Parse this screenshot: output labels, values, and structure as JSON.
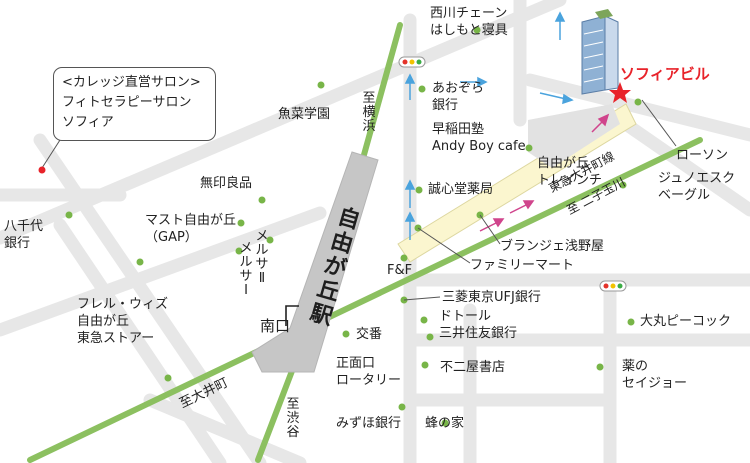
{
  "target": {
    "name": "ソフィアビル",
    "color": "#e8232a"
  },
  "callout": {
    "lines": [
      "<カレッジ直営サロン>",
      "フィトセラピーサロン",
      "ソフィア"
    ]
  },
  "station": {
    "name": "自由が丘駅",
    "exit": "南口"
  },
  "colors": {
    "road": "#e7e7e7",
    "main_road": "#8cc060",
    "poi_dot": "#78b548",
    "traffic_arrow": "#4aa3dd",
    "rail_arrow": "#d0448c",
    "station_fill": "#c6c6c6",
    "promenade": "#fbf6cf"
  },
  "roads": {
    "to_yokohama": "至 横浜",
    "to_oimachi": "至大井町",
    "to_shibuya": "至 渋谷",
    "oimachi_line": "東急大井町線",
    "to_futakotamagawa": "至 二子玉川"
  },
  "landmarks": {
    "nishikawa": "西川チェーン\nはしもと寝具",
    "aozora": "あおぞら\n銀行",
    "waseda": "早稲田塾\nAndy Boy cafe",
    "trainchi": "自由が丘\nトレインチ",
    "lawson": "ローソン",
    "junoesque": "ジュノエスク\nベーグル",
    "uosai": "魚菜学園",
    "muji": "無印良品",
    "mast": "マスト自由が丘\n（GAP）",
    "hachijuni": "八千代\n銀行",
    "melsa2": "メルサⅡ",
    "melsa1": "メルサⅠ",
    "seishindo": "誠心堂薬局",
    "blangerie": "ブランジェ浅野屋",
    "familymart": "ファミリーマート",
    "ff": "F&F",
    "frel": "フレル・ウィズ\n自由が丘\n東急ストアー",
    "mufg": "三菱東京UFJ銀行",
    "doutor": "ドトール",
    "smbc": "三井住友銀行",
    "koban": "交番",
    "rotary": "正面口\nロータリー",
    "fujiya": "不二屋書店",
    "mizuho": "みずほ銀行",
    "hachinoie": "蜂の家",
    "daimaru": "大丸ピーコック",
    "seijo": "薬の\nセイジョー"
  }
}
